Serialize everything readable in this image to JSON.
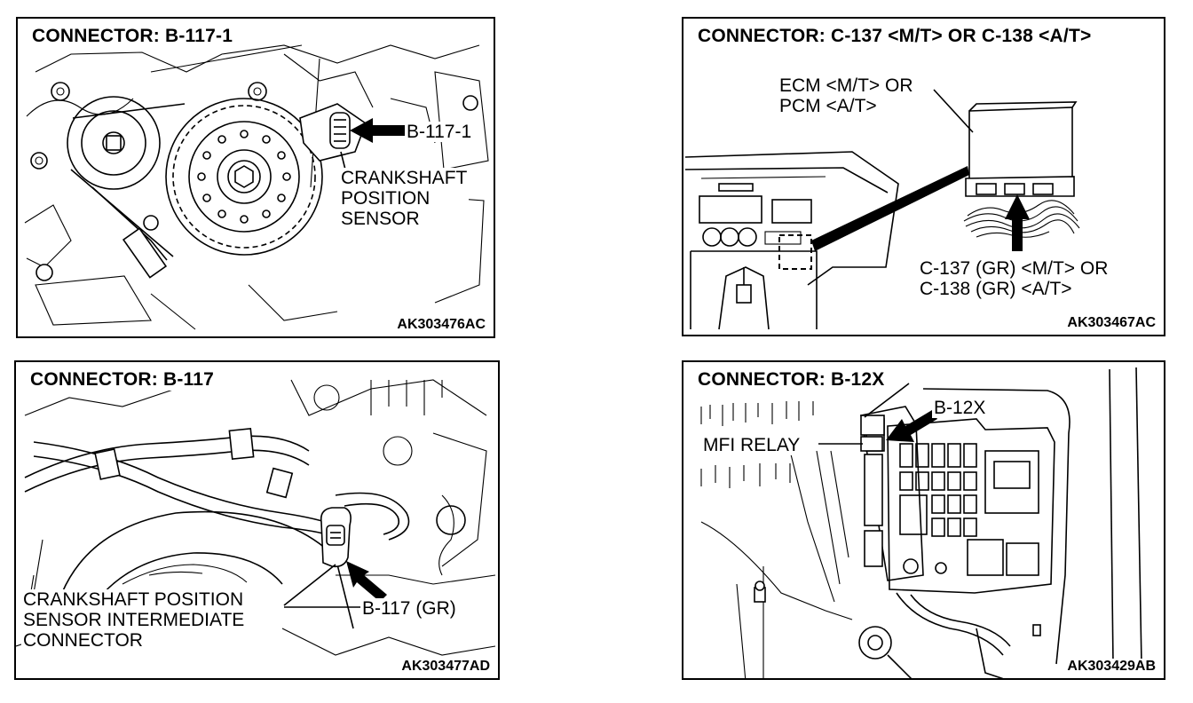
{
  "panels": [
    {
      "title": "CONNECTOR: B-117-1",
      "code": "AK303476AC",
      "labels": [
        "B-117-1",
        "CRANKSHAFT",
        "POSITION",
        "SENSOR"
      ]
    },
    {
      "title": "CONNECTOR: C-137 <M/T> OR C-138 <A/T>",
      "code": "AK303467AC",
      "labels": [
        "ECM <M/T> OR",
        "PCM <A/T>",
        "C-137 (GR) <M/T> OR",
        "C-138 (GR) <A/T>"
      ]
    },
    {
      "title": "CONNECTOR: B-117",
      "code": "AK303477AD",
      "labels": [
        "CRANKSHAFT POSITION",
        "SENSOR INTERMEDIATE",
        "CONNECTOR",
        "B-117 (GR)"
      ]
    },
    {
      "title": "CONNECTOR: B-12X",
      "code": "AK303429AB",
      "labels": [
        "B-12X",
        "MFI RELAY"
      ]
    }
  ]
}
